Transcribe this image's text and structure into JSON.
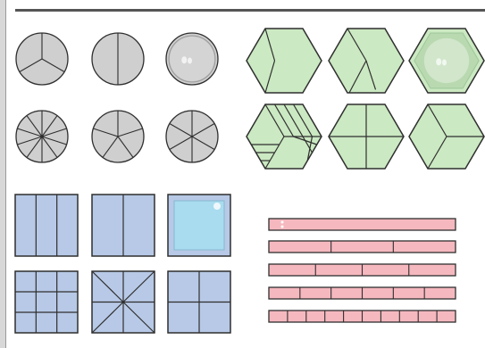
{
  "palette": {
    "circle_fill": "#cfcfcf",
    "hexagon_fill": "#cbe9c2",
    "square_fill": "#b7c9e6",
    "bar_fill": "#f6b8bf",
    "stroke": "#2f2f2f",
    "frame": "#555555"
  },
  "circles": [
    {
      "name": "circle-thirds",
      "kind": "pie",
      "parts": 3
    },
    {
      "name": "circle-halves",
      "kind": "pie",
      "parts": 2
    },
    {
      "name": "circle-whole-dropzone",
      "kind": "whole"
    },
    {
      "name": "circle-tenths",
      "kind": "pie",
      "parts": 10
    },
    {
      "name": "circle-fifths",
      "kind": "pie",
      "parts": 5
    },
    {
      "name": "circle-sixths",
      "kind": "pie",
      "parts": 6
    }
  ],
  "hexagons": [
    {
      "name": "hexagon-thirds",
      "kind": "hex-thirds"
    },
    {
      "name": "hexagon-halves",
      "kind": "hex-halves"
    },
    {
      "name": "hexagon-whole-dropzone",
      "kind": "whole"
    },
    {
      "name": "hexagon-twelfths",
      "kind": "hex-twelfths"
    },
    {
      "name": "hexagon-quarters",
      "kind": "hex-quarters"
    },
    {
      "name": "hexagon-thirds-rhombus",
      "kind": "hex-rhombus"
    }
  ],
  "squares": [
    {
      "name": "square-thirds",
      "kind": "grid",
      "cols": 3,
      "rows": 1
    },
    {
      "name": "square-halves",
      "kind": "grid",
      "cols": 2,
      "rows": 1
    },
    {
      "name": "square-whole-dropzone",
      "kind": "whole"
    },
    {
      "name": "square-ninths",
      "kind": "grid",
      "cols": 3,
      "rows": 3
    },
    {
      "name": "square-eighths",
      "kind": "star"
    },
    {
      "name": "square-quarters",
      "kind": "grid",
      "cols": 2,
      "rows": 2
    }
  ],
  "bars": [
    {
      "name": "bar-whole",
      "parts": 1
    },
    {
      "name": "bar-thirds",
      "parts": 3
    },
    {
      "name": "bar-quarters",
      "parts": 4
    },
    {
      "name": "bar-sixths",
      "parts": 6
    },
    {
      "name": "bar-tenths",
      "parts": 10
    }
  ]
}
